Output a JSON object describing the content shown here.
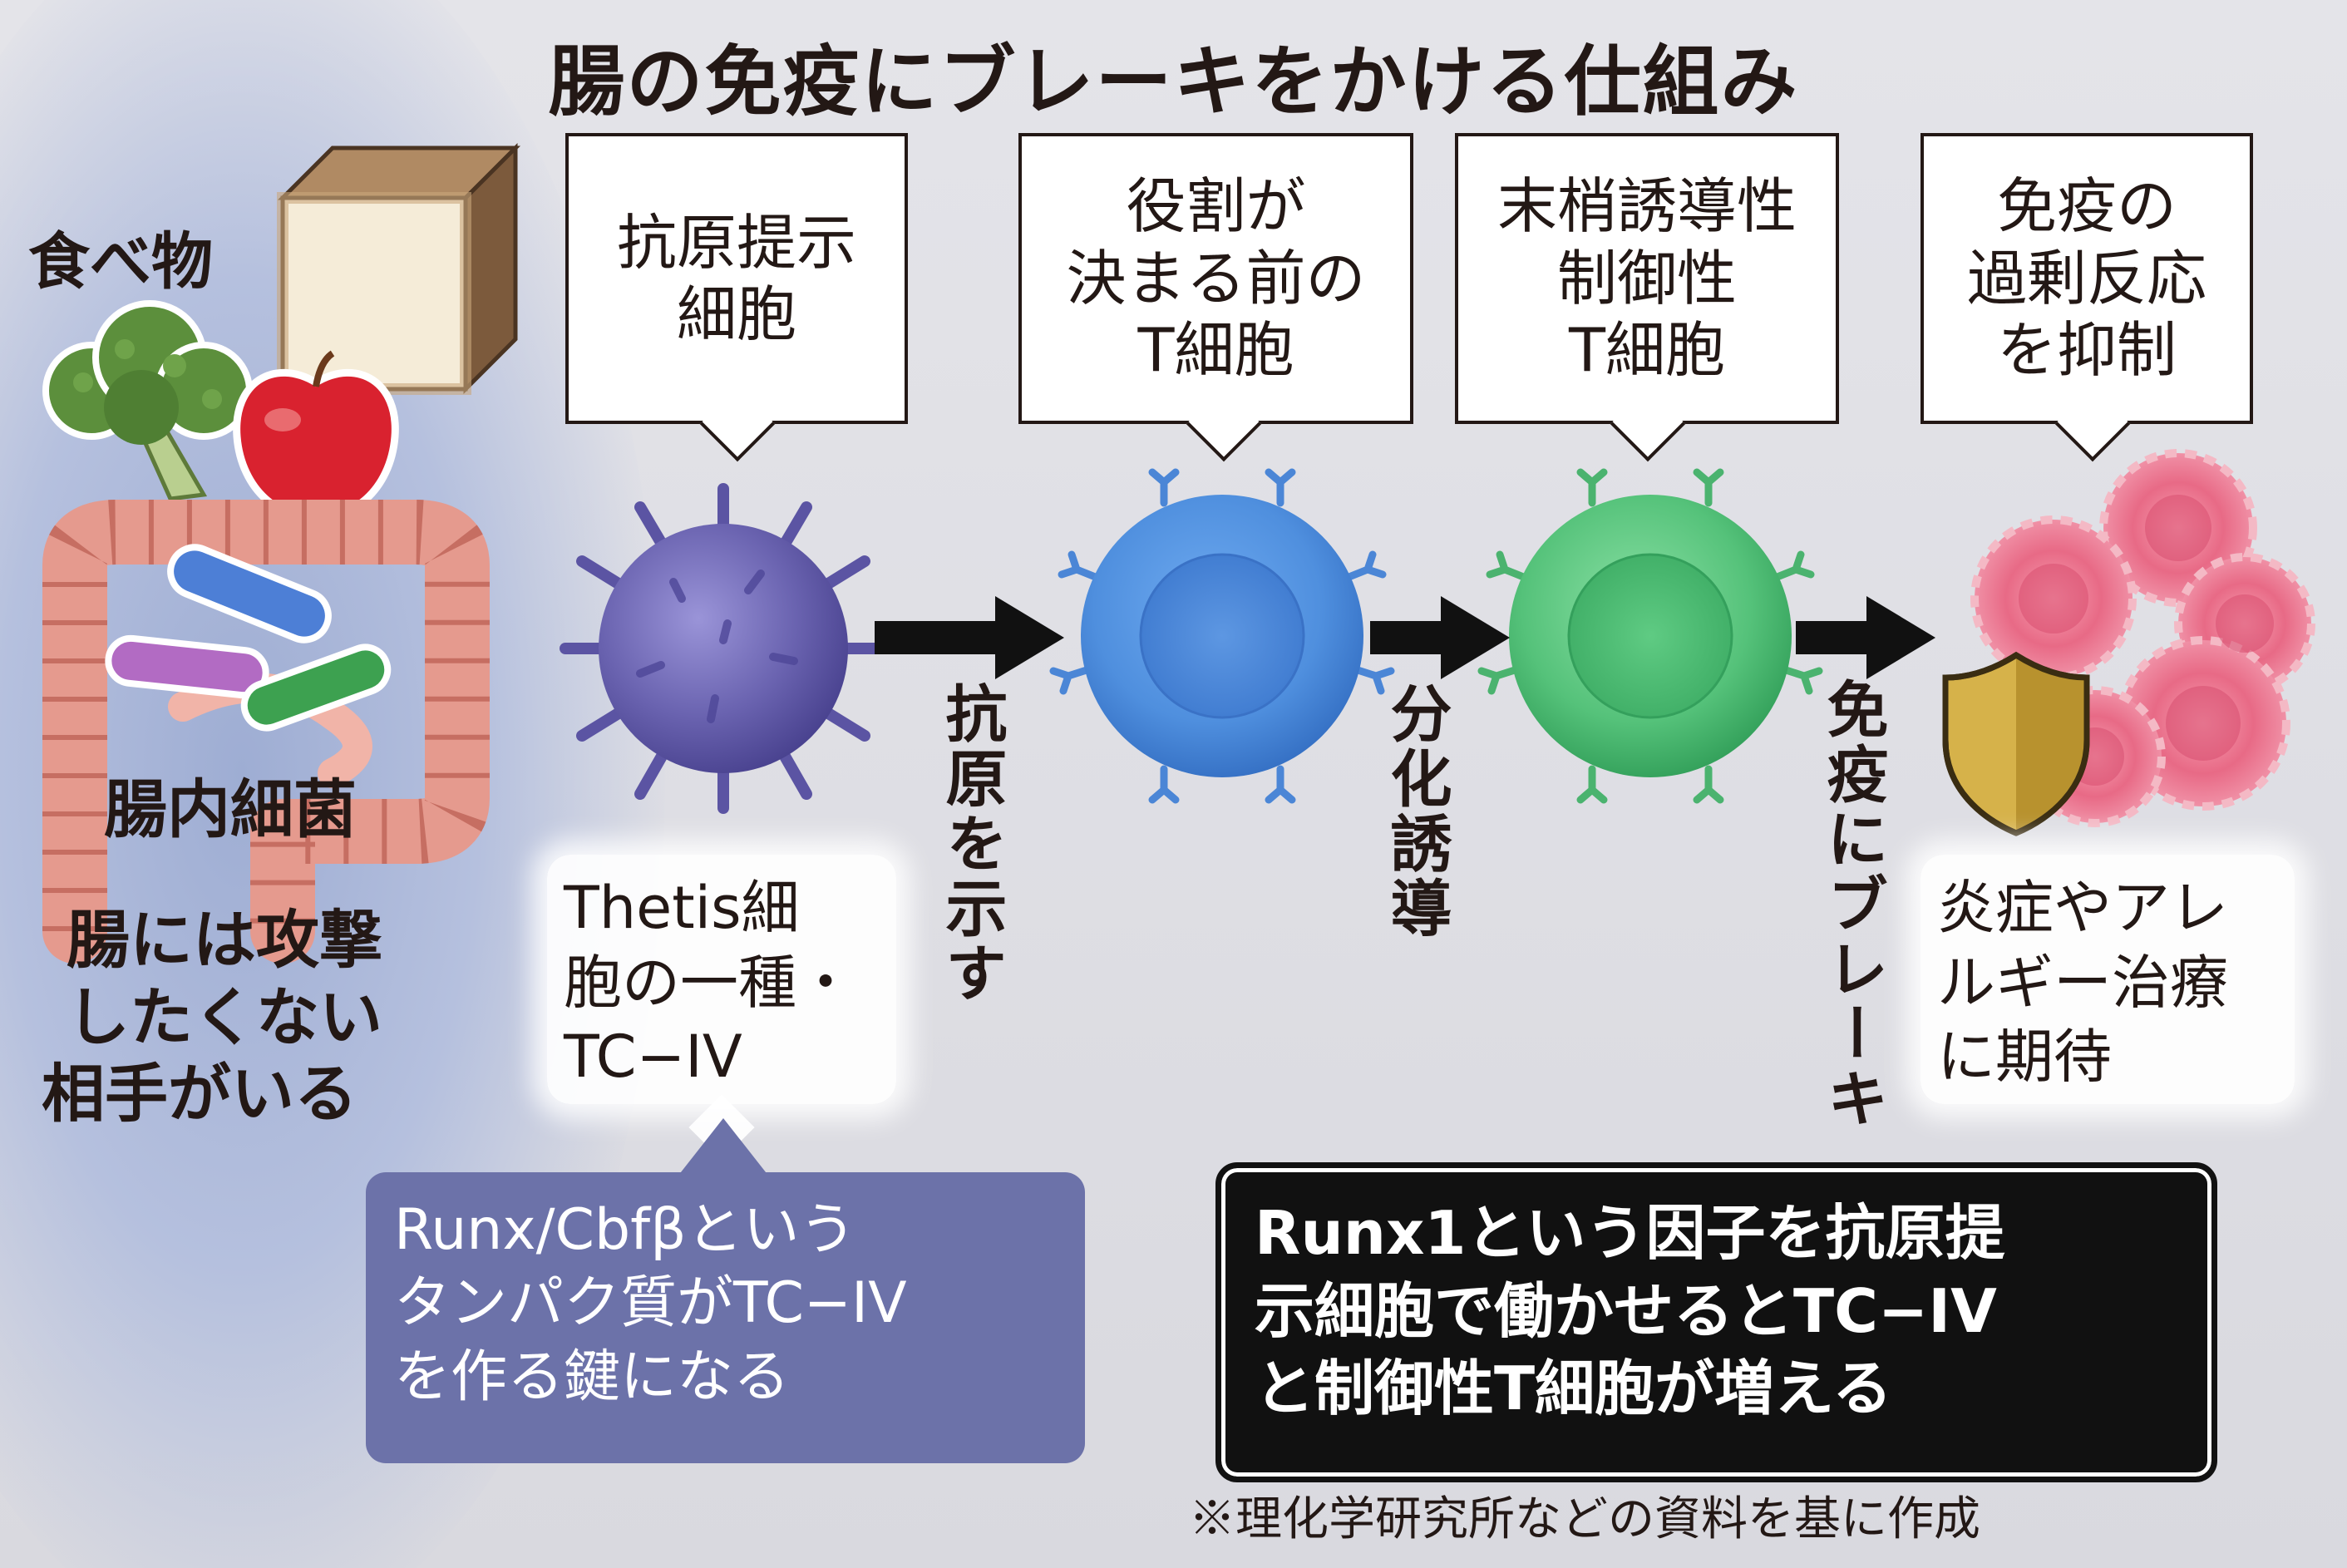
{
  "title": "腸の免疫にブレーキをかける仕組み",
  "left": {
    "food_label": "食べ物",
    "bacteria_label": "腸内細菌",
    "statement_lines": [
      "腸には攻撃",
      "したくない",
      "相手がいる"
    ]
  },
  "callouts": [
    {
      "lines": [
        "抗原提示",
        "細胞"
      ]
    },
    {
      "lines": [
        "役割が",
        "決まる前の",
        "T細胞"
      ]
    },
    {
      "lines": [
        "末梢誘導性",
        "制御性",
        "T細胞"
      ]
    },
    {
      "lines": [
        "免疫の",
        "過剰反応",
        "を抑制"
      ]
    }
  ],
  "arrows": [
    {
      "label": "抗原を示す"
    },
    {
      "label": "分化誘導"
    },
    {
      "label": "免疫にブレーキ"
    }
  ],
  "cell_caption_lines": [
    "Thetis細",
    "胞の一種・",
    "TC−IV"
  ],
  "outcome_lines": [
    "炎症やアレ",
    "ルギー治療",
    "に期待"
  ],
  "purple_box_lines": [
    "Runx/Cbfβという",
    "タンパク質がTC−IV",
    "を作る鍵になる"
  ],
  "black_box_lines": [
    "Runx1という因子を抗原提",
    "示細胞で働かせるとTC−IV",
    "と制御性T細胞が増える"
  ],
  "source_note": "※理化学研究所などの資料を基に作成",
  "colors": {
    "background": "#dcdce2",
    "left_glow": "#9eadd3",
    "antigen_cell": "#6a63b0",
    "naive_t_cell": "#4f8fde",
    "treg_cell": "#55c27a",
    "inflamed_cells": "#e86a86",
    "shield": "#d6b24a",
    "purple_box": "#6c72a9",
    "black_box": "#111111",
    "arrow": "#111111"
  },
  "icons": [
    "bread-icon",
    "broccoli-icon",
    "apple-icon",
    "intestine-icon",
    "bacteria-icon",
    "shield-icon"
  ]
}
